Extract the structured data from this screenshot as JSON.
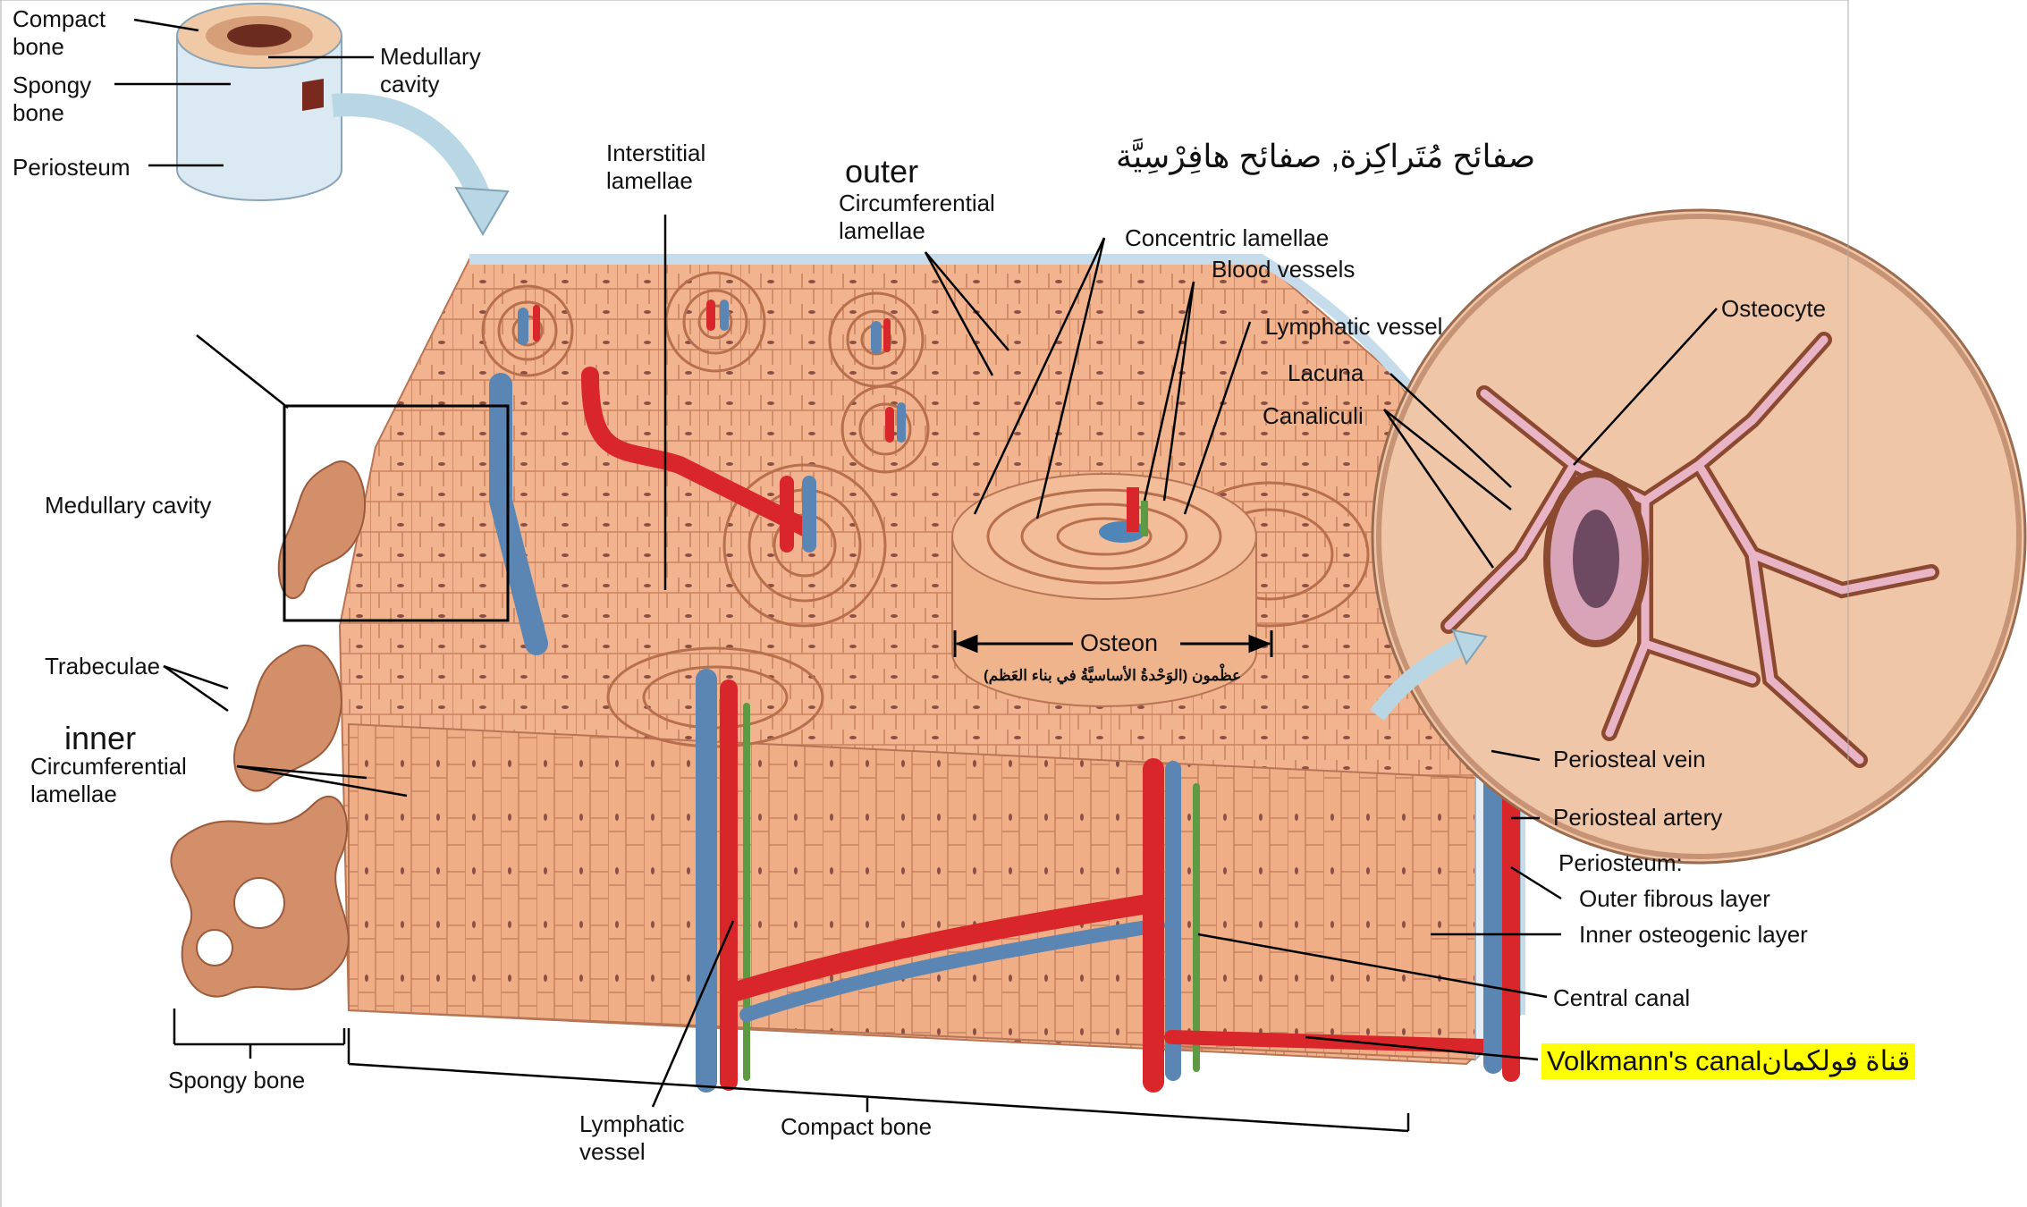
{
  "labels": {
    "compact_bone": "Compact\nbone",
    "spongy_bone_top": "Spongy\nbone",
    "periosteum_top": "Periosteum",
    "medullary_cavity_top": "Medullary\ncavity",
    "interstitial_lamellae": "Interstitial\nlamellae",
    "outer": "outer",
    "circumferential_lamellae_outer": "Circumferential\nlamellae",
    "arabic_concentric": "صفائح مُتَراكِزة, صفائح هافِرْسِيَّة",
    "concentric_lamellae": "Concentric lamellae",
    "blood_vessels": "Blood vessels",
    "lymphatic_vessel_right": "Lymphatic vessel",
    "lacuna": "Lacuna",
    "canaliculi": "Canaliculi",
    "osteocyte": "Osteocyte",
    "medullary_cavity": "Medullary cavity",
    "trabeculae": "Trabeculae",
    "inner": "inner",
    "circumferential_lamellae_inner": "Circumferential\nlamellae",
    "osteon": "Osteon",
    "osteon_arabic": "عظْمون (الوَحْدةُ الأساسيَّةُ في بناء العَظم)",
    "periosteal_vein": "Periosteal vein",
    "periosteal_artery": "Periosteal artery",
    "periosteum_heading": "Periosteum:",
    "outer_fibrous_layer": "Outer fibrous layer",
    "inner_osteogenic_layer": "Inner osteogenic layer",
    "central_canal": "Central canal",
    "volkmann_canal": "قناة فولكمانVolkmann's canal",
    "spongy_bone_bottom": "Spongy bone",
    "lymphatic_vessel_bottom": "Lymphatic\nvessel",
    "compact_bone_bottom": "Compact bone"
  },
  "colors": {
    "bone": "#f2b48e",
    "bone_dark": "#d88a62",
    "lamella_line": "#b86f4c",
    "artery": "#d9262a",
    "vein": "#5b86b3",
    "lymph": "#5e9a44",
    "trabecula": "#c98660",
    "periosteum": "#d4e4ee",
    "highlight": "#ffff00"
  }
}
